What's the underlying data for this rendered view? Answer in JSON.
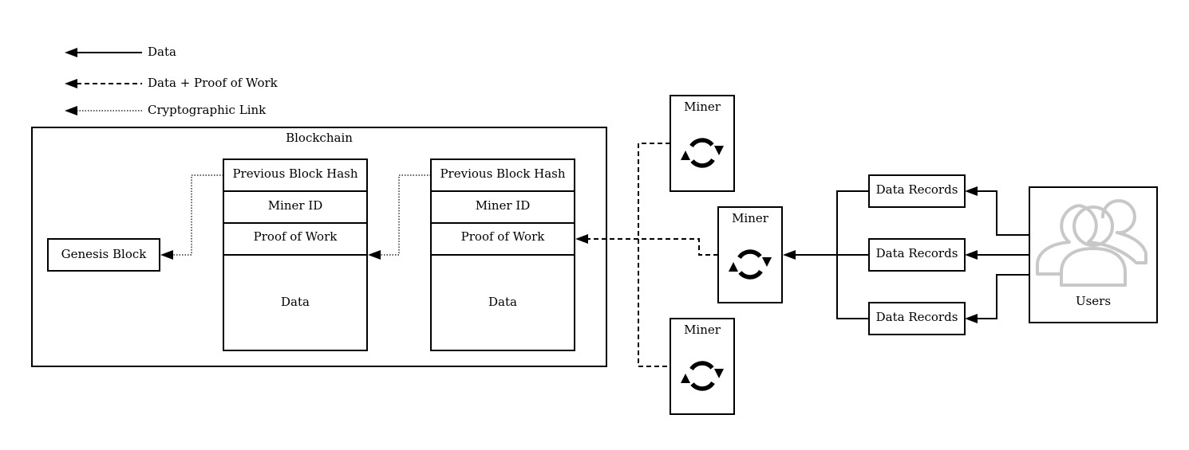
{
  "legend": {
    "data": "Data",
    "data_pow": "Data + Proof of Work",
    "crypto_link": "Cryptographic Link"
  },
  "blockchain": {
    "title": "Blockchain",
    "genesis": "Genesis Block",
    "blocks": [
      {
        "hash": "Previous Block Hash",
        "miner_id": "Miner ID",
        "pow": "Proof of Work",
        "data": "Data"
      },
      {
        "hash": "Previous Block Hash",
        "miner_id": "Miner ID",
        "pow": "Proof of Work",
        "data": "Data"
      }
    ]
  },
  "miners": [
    {
      "label": "Miner",
      "icon": "sync-icon"
    },
    {
      "label": "Miner",
      "icon": "sync-icon"
    },
    {
      "label": "Miner",
      "icon": "sync-icon"
    }
  ],
  "records": [
    "Data Records",
    "Data Records",
    "Data Records"
  ],
  "users": {
    "label": "Users",
    "icon": "users-icon"
  },
  "colors": {
    "line": "#000000",
    "users_icon": "#c8c8c8"
  }
}
